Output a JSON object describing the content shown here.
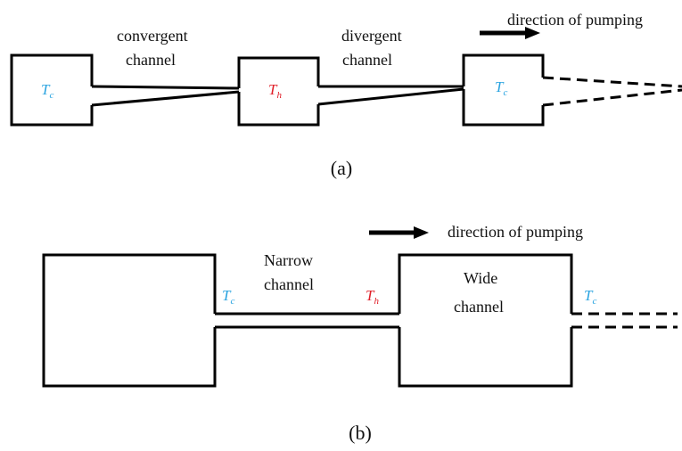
{
  "colors": {
    "cold": "#29a3e0",
    "hot": "#e0202a",
    "stroke": "#000000"
  },
  "panel_a": {
    "caption": "(a)",
    "convergent_line1": "convergent",
    "convergent_line2": "channel",
    "divergent_line1": "divergent",
    "divergent_line2": "channel",
    "pumping_label": "direction of pumping",
    "t_left": {
      "base": "T",
      "sub": "c"
    },
    "t_mid": {
      "base": "T",
      "sub": "h"
    },
    "t_right": {
      "base": "T",
      "sub": "c"
    }
  },
  "panel_b": {
    "caption": "(b)",
    "pumping_label": "direction of pumping",
    "narrow_line1": "Narrow",
    "narrow_line2": "channel",
    "wide_line1": "Wide",
    "wide_line2": "channel",
    "t_left": {
      "base": "T",
      "sub": "c"
    },
    "t_mid": {
      "base": "T",
      "sub": "h"
    },
    "t_right": {
      "base": "T",
      "sub": "c"
    }
  }
}
